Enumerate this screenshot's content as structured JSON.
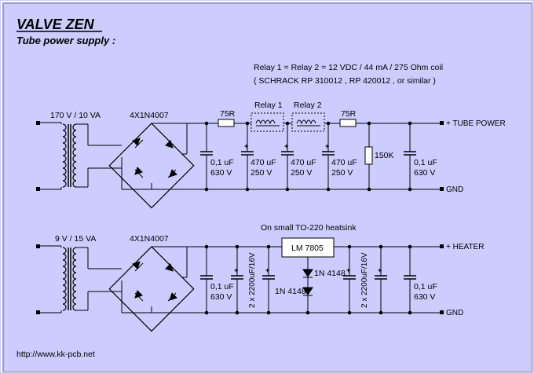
{
  "header": {
    "title": "VALVE ZEN",
    "subtitle": "Tube power supply :"
  },
  "notes": {
    "relay_spec": "Relay 1 = Relay 2 = 12 VDC / 44 mA / 275 Ohm coil",
    "relay_alternatives": "( SCHRACK RP 310012 , RP 420012 , or similar )",
    "heatsink": "On small TO-220 heatsink"
  },
  "tube_supply": {
    "transformer": "170 V / 10 VA",
    "rectifier": "4X1N4007",
    "resistor_1": "75R",
    "resistor_2": "75R",
    "relay_1": "Relay 1",
    "relay_2": "Relay 2",
    "cap_1": [
      "0,1 uF",
      "630 V"
    ],
    "cap_2": [
      "470 uF",
      "250 V"
    ],
    "cap_3": [
      "470 uF",
      "250 V"
    ],
    "cap_4": [
      "470 uF",
      "250 V"
    ],
    "bleeder": "150K",
    "cap_5": [
      "0,1 uF",
      "630 V"
    ],
    "output": "+ TUBE POWER",
    "ground": "GND"
  },
  "heater_supply": {
    "transformer": "9 V / 15 VA",
    "rectifier": "4X1N4007",
    "cap_1": [
      "0,1 uF",
      "630 V"
    ],
    "cap_2": "2 x 2200uF/16V",
    "regulator": "LM 7805",
    "diode_1": "1N 4148",
    "diode_2": "1N 4148",
    "cap_3": "2 x 2200uF/16V",
    "cap_4": [
      "0,1 uF",
      "630 V"
    ],
    "output": "+ HEATER",
    "ground": "GND"
  },
  "footer": {
    "url": "http://www.kk-pcb.net"
  },
  "colors": {
    "background": "#ccccff",
    "wire": "#000000",
    "border_light": "#ffffff",
    "border_dark": "#6b6b8a"
  }
}
